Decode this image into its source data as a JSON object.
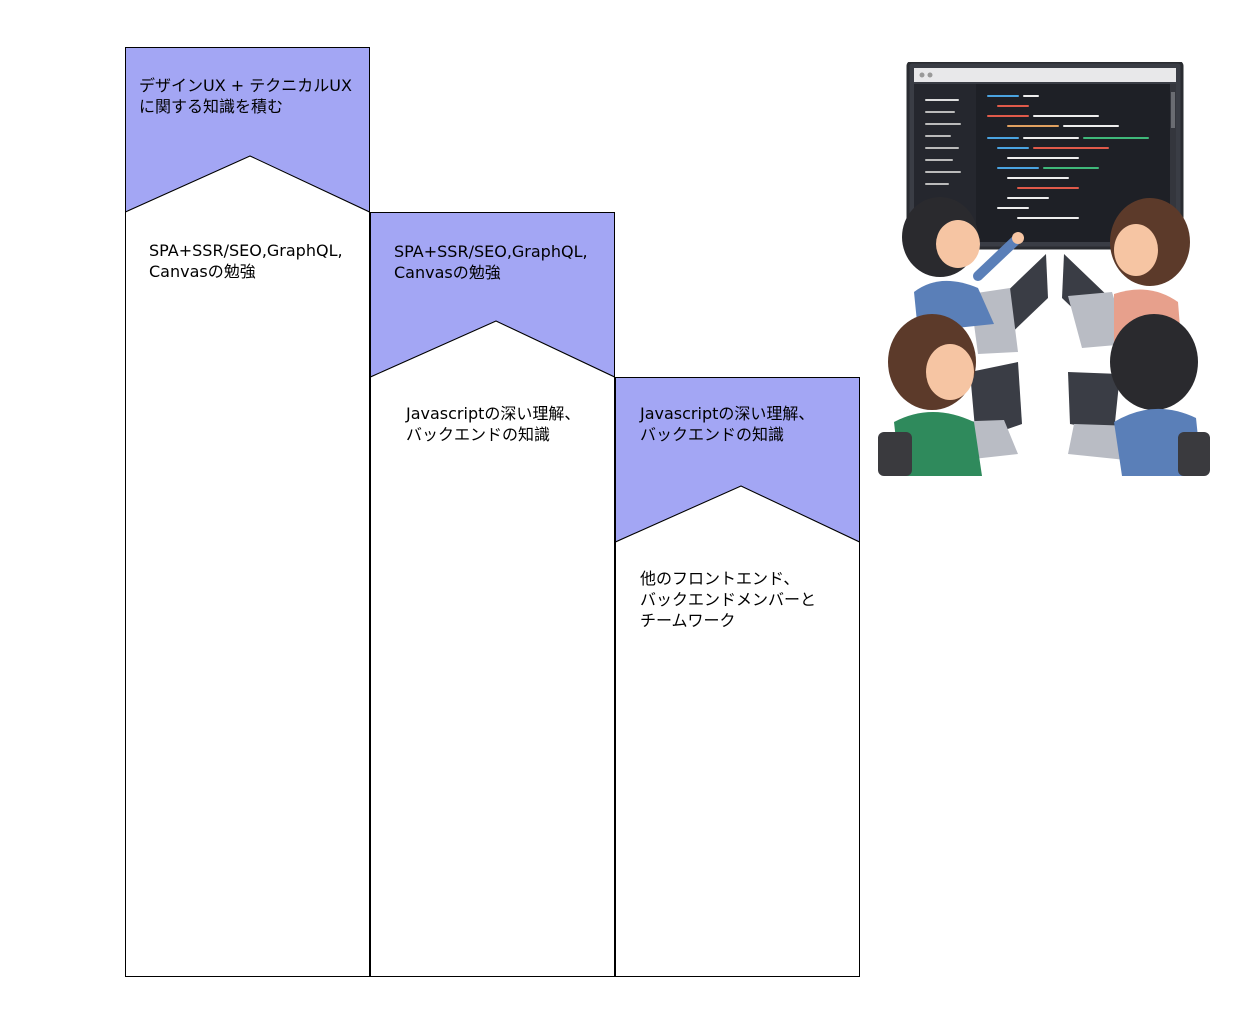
{
  "colors": {
    "accent": "#a3a6f4",
    "outline": "#000000",
    "background": "#ffffff"
  },
  "columns": [
    {
      "header": "デザインUX + テクニカルUX\nに関する知識を積む",
      "body": "SPA+SSR/SEO,GraphQL,\nCanvasの勉強"
    },
    {
      "header": "SPA+SSR/SEO,GraphQL,\nCanvasの勉強",
      "body": "Javascriptの深い理解、\nバックエンドの知識"
    },
    {
      "header": "Javascriptの深い理解、\nバックエンドの知識",
      "body": "他のフロントエンド、\nバックエンドメンバーと\nチームワーク"
    }
  ],
  "illustration": {
    "icon": "team-coding-illustration"
  }
}
